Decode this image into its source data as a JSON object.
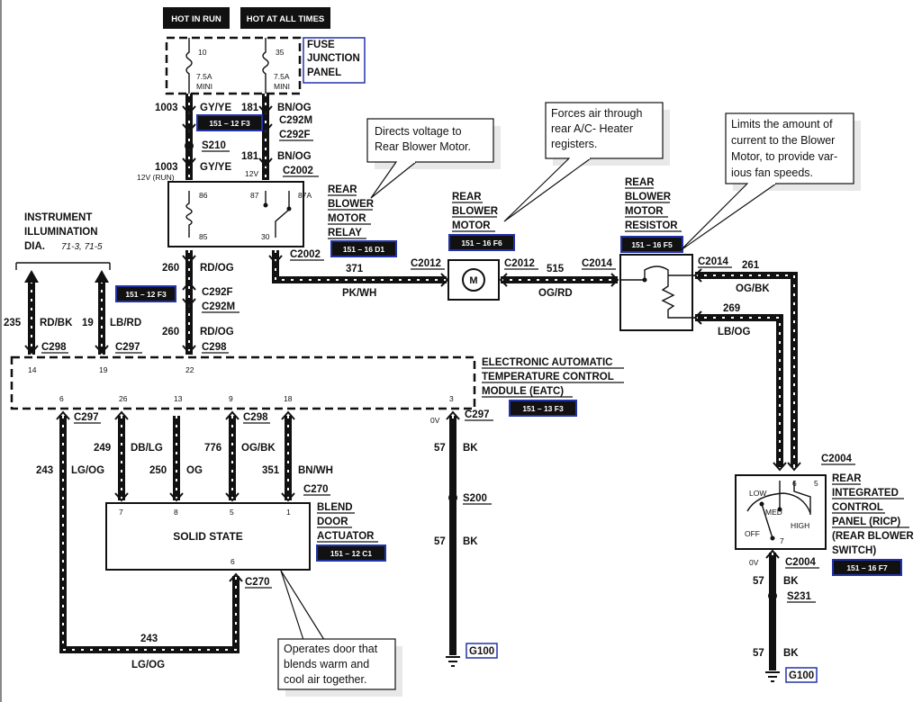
{
  "headers": {
    "hot_in_run": "HOT IN RUN",
    "hot_at_all_times": "HOT AT ALL TIMES"
  },
  "fuse_panel": {
    "title_1": "FUSE",
    "title_2": "JUNCTION",
    "title_3": "PANEL",
    "fuse_left_no": "10",
    "fuse_left_rating": "7.5A",
    "fuse_left_type": "MINI",
    "fuse_right_no": "35",
    "fuse_right_rating": "7.5A",
    "fuse_right_type": "MINI"
  },
  "wires": {
    "w1003": "1003",
    "gy_ye": "GY/YE",
    "w181": "181",
    "bn_og": "BN/OG",
    "w260": "260",
    "rd_og": "RD/OG",
    "w371": "371",
    "pk_wh": "PK/WH",
    "w515": "515",
    "og_rd": "OG/RD",
    "w261": "261",
    "og_bk": "OG/BK",
    "w269": "269",
    "lb_og": "LB/OG",
    "w235": "235",
    "rd_bk": "RD/BK",
    "w19": "19",
    "lb_rd": "LB/RD",
    "w243": "243",
    "lg_og": "LG/OG",
    "w249": "249",
    "db_lg": "DB/LG",
    "w250": "250",
    "og": "OG",
    "w776": "776",
    "w351": "351",
    "bn_wh": "BN/WH",
    "w57": "57",
    "bk": "BK"
  },
  "connectors": {
    "c292m": "C292M",
    "c292f": "C292F",
    "s210": "S210",
    "c2002": "C2002",
    "c2012": "C2012",
    "c2014": "C2014",
    "c298": "C298",
    "c297": "C297",
    "c270": "C270",
    "s200": "S200",
    "c2004": "C2004",
    "s231": "S231",
    "g100": "G100"
  },
  "voltages": {
    "v12_run": "12V (RUN)",
    "v12": "12V",
    "v0": "0V"
  },
  "refs": {
    "r_151_12_f3": "151 – 12 F3",
    "r_151_16_d1": "151 – 16 D1",
    "r_151_16_f6": "151 – 16 F6",
    "r_151_16_f5": "151 – 16 F5",
    "r_151_13_f3": "151 – 13 F3",
    "r_151_12_c1": "151 – 12 C1",
    "r_151_16_f7": "151 – 16 F7"
  },
  "relay": {
    "label_1": "REAR",
    "label_2": "BLOWER",
    "label_3": "MOTOR",
    "label_4": "RELAY",
    "pin86": "86",
    "pin87": "87",
    "pin87a": "87A",
    "pin85": "85",
    "pin30": "30"
  },
  "motor": {
    "label_1": "REAR",
    "label_2": "BLOWER",
    "label_3": "MOTOR",
    "symbol": "M"
  },
  "resistor": {
    "label_1": "REAR",
    "label_2": "BLOWER",
    "label_3": "MOTOR",
    "label_4": "RESISTOR"
  },
  "instrument": {
    "line_1": "INSTRUMENT",
    "line_2": "ILLUMINATION",
    "line_3": "DIA.",
    "pages": "71-3, 71-5"
  },
  "eatc": {
    "line_1": "ELECTRONIC AUTOMATIC",
    "line_2": "TEMPERATURE CONTROL",
    "line_3": "MODULE (EATC)",
    "pin14": "14",
    "pin19": "19",
    "pin22": "22",
    "pin6": "6",
    "pin26": "26",
    "pin13": "13",
    "pin9": "9",
    "pin18": "18",
    "pin3": "3"
  },
  "actuator": {
    "label_1": "BLEND",
    "label_2": "DOOR",
    "label_3": "ACTUATOR",
    "body": "SOLID STATE",
    "pin7": "7",
    "pin8": "8",
    "pin5": "5",
    "pin1": "1",
    "pin6": "6"
  },
  "ricp": {
    "line_1": "REAR",
    "line_2": "INTEGRATED",
    "line_3": "CONTROL",
    "line_4": "PANEL (RICP)",
    "line_5": "(REAR BLOWER",
    "line_6": "SWITCH)",
    "low": "LOW",
    "med": "MED",
    "high": "HIGH",
    "off": "OFF",
    "pin6": "6",
    "pin5": "5",
    "pin7": "7"
  },
  "notes": {
    "relay_1": "Directs voltage to",
    "relay_2": "Rear Blower Motor.",
    "motor_1": "Forces air through",
    "motor_2": "rear  A/C- Heater",
    "motor_3": "registers.",
    "resistor_1": "Limits the amount of",
    "resistor_2": "current to the Blower",
    "resistor_3": "Motor, to provide var-",
    "resistor_4": "ious fan speeds.",
    "actuator_1": "Operates door that",
    "actuator_2": "blends warm and",
    "actuator_3": "cool air together."
  }
}
